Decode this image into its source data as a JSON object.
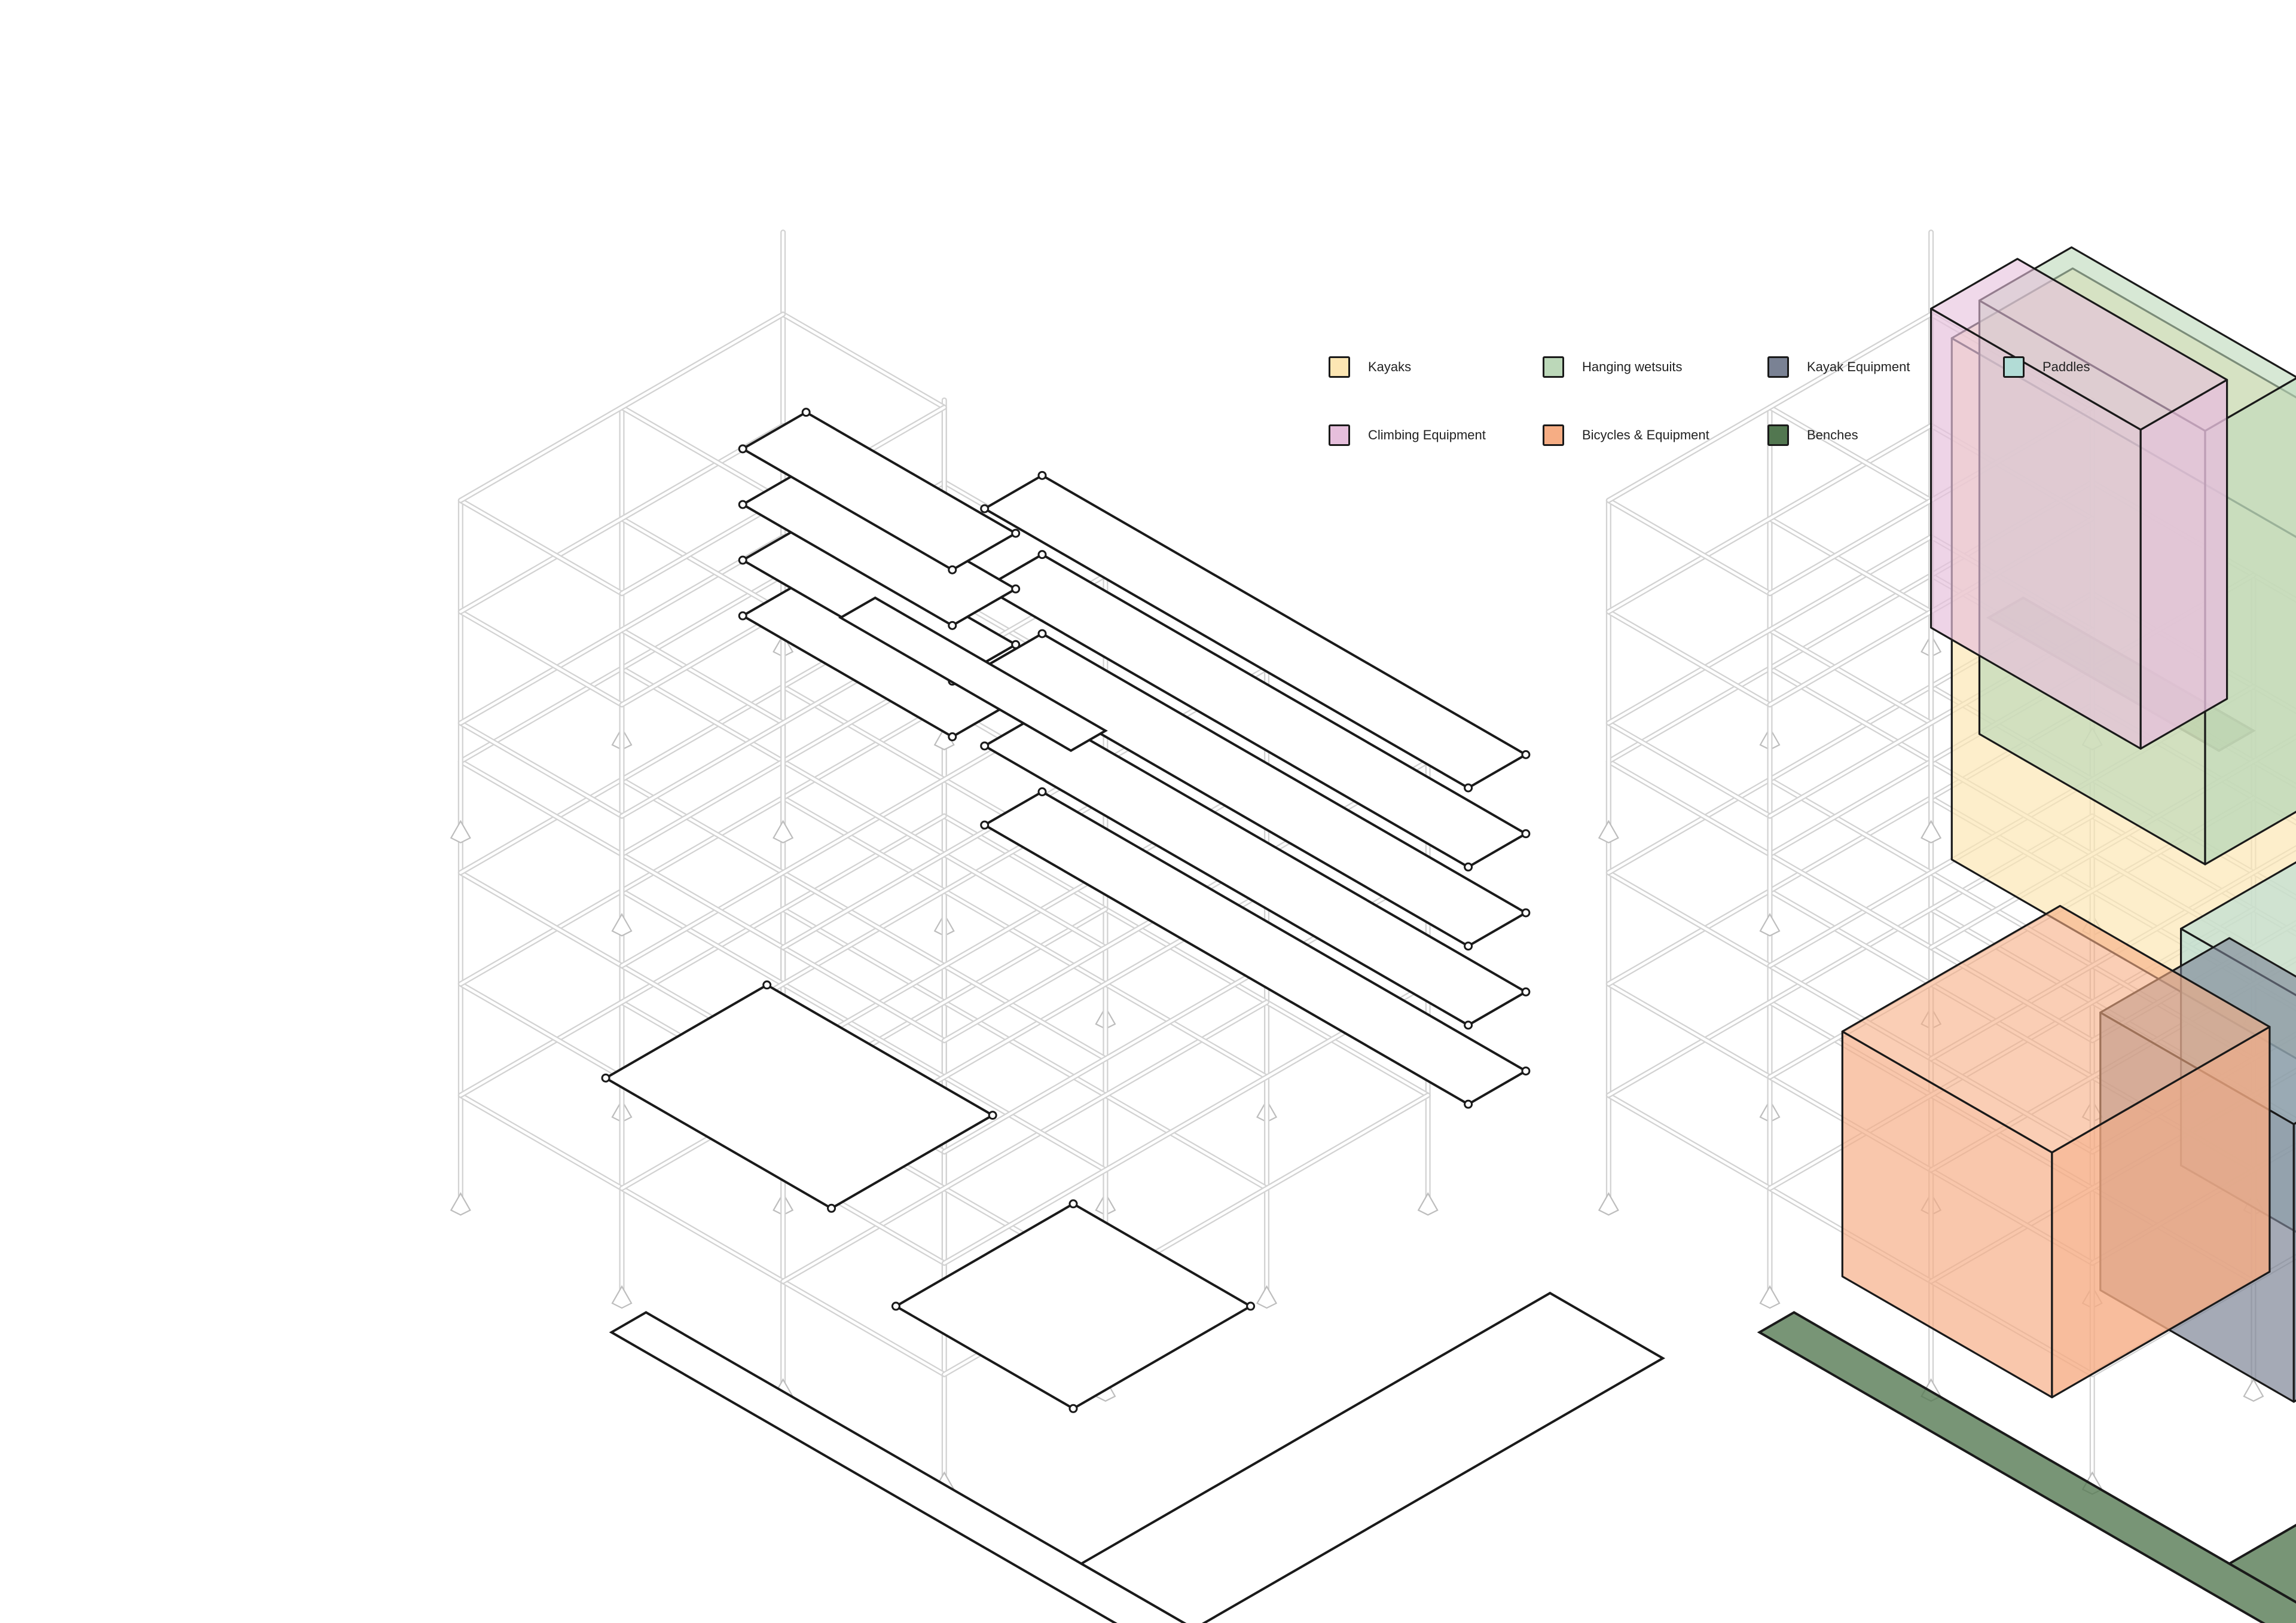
{
  "legend": {
    "items": [
      {
        "key": "kayaks",
        "label": "Kayaks",
        "color": "#fce6b3"
      },
      {
        "key": "wetsuits",
        "label": "Hanging wetsuits",
        "color": "#bcd8b9"
      },
      {
        "key": "kayak_equipment",
        "label": "Kayak Equipment",
        "color": "#7a8294"
      },
      {
        "key": "paddles",
        "label": "Paddles",
        "color": "#b2dcd6"
      },
      {
        "key": "climbing",
        "label": "Climbing Equipment",
        "color": "#e6bfdc"
      },
      {
        "key": "bicycles",
        "label": "Bicycles & Equipment",
        "color": "#f6ad84"
      },
      {
        "key": "benches",
        "label": "Benches",
        "color": "#527750"
      }
    ]
  },
  "diagram": {
    "frame_color": "#d2d2d2",
    "outline_color": "#1a1a1a"
  }
}
